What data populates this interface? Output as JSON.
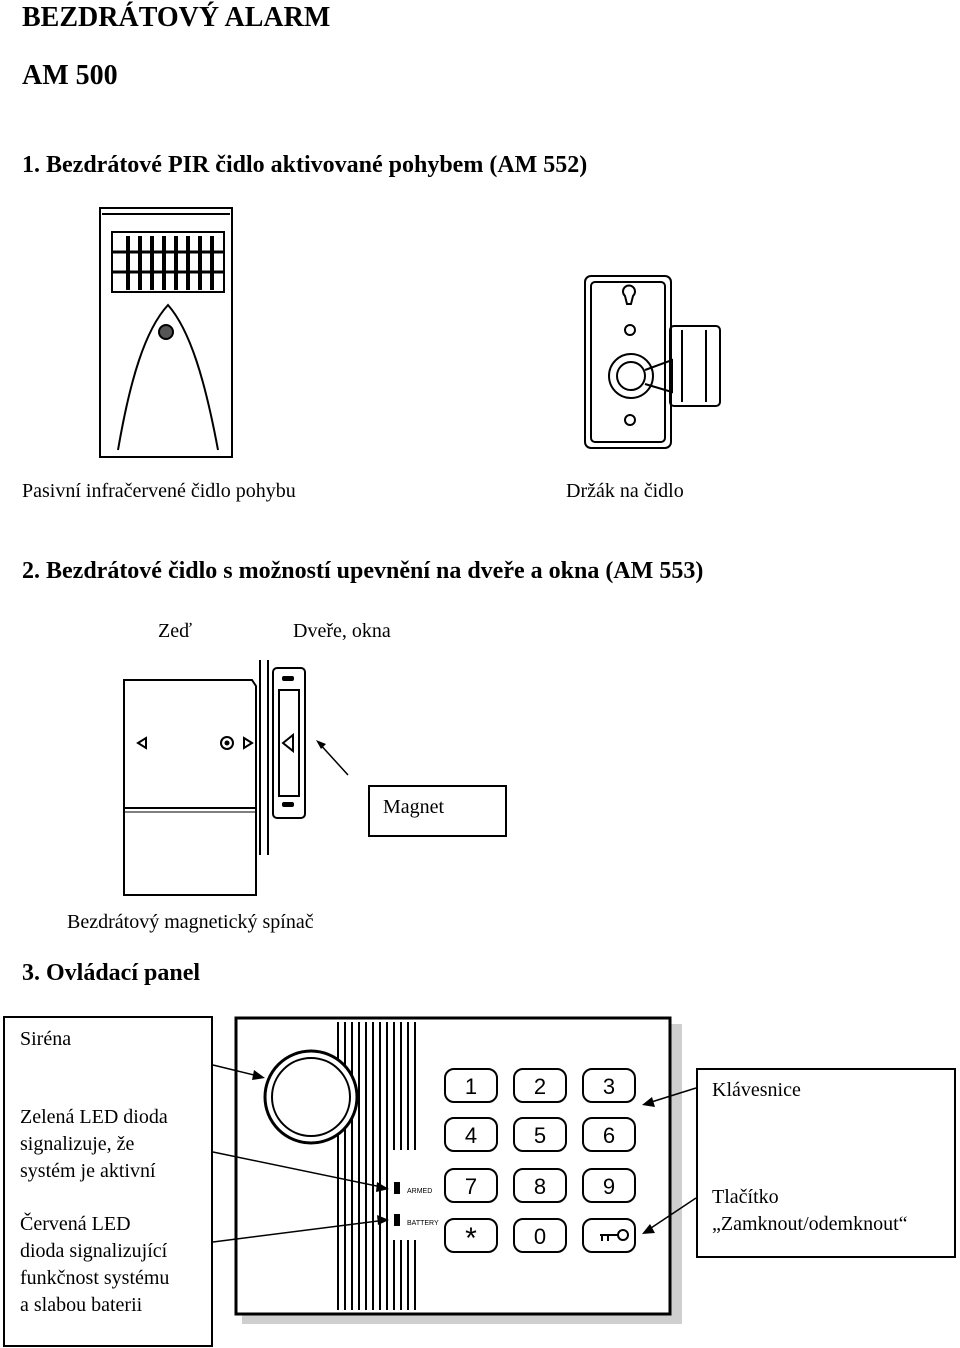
{
  "document": {
    "title": "BEZDRÁTOVÝ ALARM",
    "model": "AM 500"
  },
  "section1": {
    "heading": "1.  Bezdrátové PIR čidlo aktivované pohybem (AM 552)",
    "caption_sensor": "Pasivní infračervené čidlo pohybu",
    "caption_holder": "Držák na čidlo"
  },
  "section2": {
    "heading": "2.  Bezdrátové čidlo s možností upevnění na dveře a okna (AM 553)",
    "label_wall": "Zeď",
    "label_door": "Dveře, okna",
    "label_magnet": "Magnet",
    "caption": "Bezdrátový magnetický spínač"
  },
  "section3": {
    "heading": "3. Ovládací panel",
    "left_labels": {
      "siren": "Siréna",
      "green_led": [
        "Zelená LED dioda",
        "signalizuje, že",
        "systém je aktivní"
      ],
      "red_led": [
        "Červená LED",
        "dioda signalizující",
        "funkčnost systému",
        "a slabou baterii"
      ]
    },
    "right_labels": {
      "keypad": "Klávesnice",
      "lock_button": [
        "Tlačítko",
        "„Zamknout/odemknout“"
      ]
    },
    "panel": {
      "led_labels": [
        "ARMED",
        "BATTERY"
      ],
      "keys": [
        "1",
        "2",
        "3",
        "4",
        "5",
        "6",
        "7",
        "8",
        "9",
        "*",
        "0",
        "key-symbol"
      ]
    }
  }
}
